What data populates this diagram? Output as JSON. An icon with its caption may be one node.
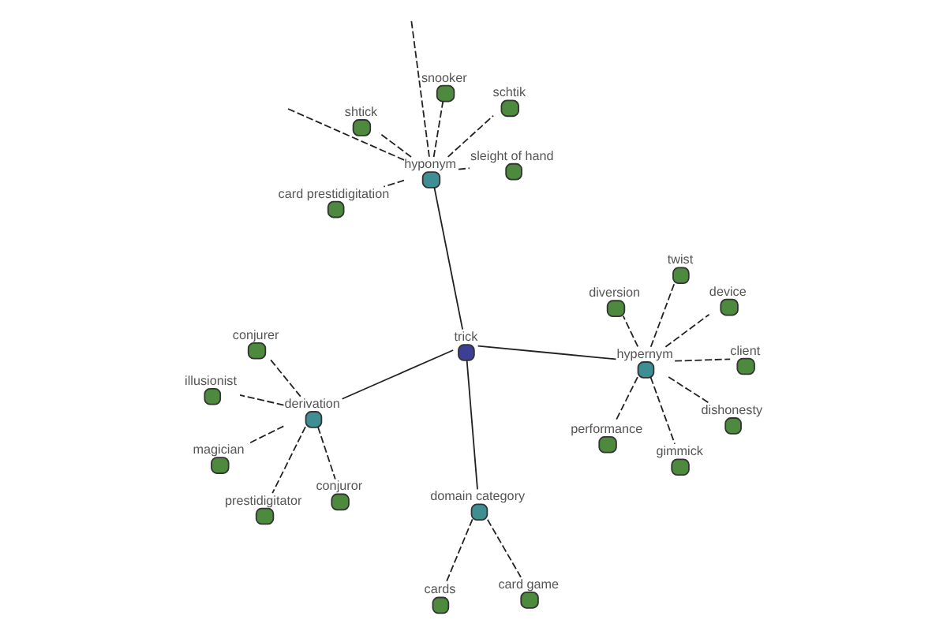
{
  "diagram": {
    "nodes": [
      {
        "text": [
          "trick"
        ]
      },
      {
        "text": [
          "derivation"
        ]
      },
      {
        "text": [
          "prestidigitator"
        ]
      },
      {
        "text": [
          "conjurer"
        ]
      },
      {
        "text": [
          "conjuror"
        ]
      },
      {
        "text": [
          "illusionist"
        ]
      },
      {
        "text": [
          "magician"
        ]
      },
      {
        "text": [
          "hypernym"
        ]
      },
      {
        "text": [
          "performance"
        ]
      },
      {
        "text": [
          "dishonesty"
        ]
      },
      {
        "text": [
          "gimmick"
        ]
      },
      {
        "text": [
          "diversion"
        ]
      },
      {
        "text": [
          "client"
        ]
      },
      {
        "text": [
          "device"
        ]
      },
      {
        "text": [
          "twist"
        ]
      },
      {
        "text": [
          "domain category"
        ]
      },
      {
        "text": [
          "card game"
        ]
      },
      {
        "text": [
          "cards"
        ]
      },
      {
        "text": [
          "hyponym"
        ]
      },
      {
        "text": [
          "shtick"
        ]
      },
      {
        "text": [
          "sleight of hand"
        ]
      },
      {
        "text": [
          "card prestidigitation"
        ]
      },
      {
        "text": [
          "snooker"
        ]
      },
      {
        "text": [
          "schtik"
        ]
      }
    ],
    "edges": [
      {
        "from": 0,
        "to": 1,
        "arrow": "none"
      },
      {
        "from": 1,
        "to": 2,
        "arrow": "none",
        "style": "dashed"
      },
      {
        "from": 1,
        "to": 3,
        "arrow": "none",
        "style": "dashed"
      },
      {
        "from": 1,
        "to": 4,
        "arrow": "none",
        "style": "dashed"
      },
      {
        "from": 1,
        "to": 5,
        "arrow": "none",
        "style": "dashed"
      },
      {
        "from": 1,
        "to": 6,
        "arrow": "none",
        "style": "dashed"
      },
      {
        "from": 0,
        "to": 7,
        "arrow": "none"
      },
      {
        "from": 7,
        "to": 8,
        "arrow": "none",
        "style": "dashed"
      },
      {
        "from": 7,
        "to": 9,
        "arrow": "none",
        "style": "dashed"
      },
      {
        "from": 7,
        "to": 10,
        "arrow": "none",
        "style": "dashed"
      },
      {
        "from": 7,
        "to": 11,
        "arrow": "none",
        "style": "dashed"
      },
      {
        "from": 7,
        "to": 12,
        "arrow": "none",
        "style": "dashed"
      },
      {
        "from": 7,
        "to": 13,
        "arrow": "none",
        "style": "dashed"
      },
      {
        "from": 7,
        "to": 14,
        "arrow": "none",
        "style": "dashed"
      },
      {
        "from": 0,
        "to": 15,
        "arrow": "none"
      },
      {
        "from": 15,
        "to": 16,
        "arrow": "none",
        "style": "dashed"
      },
      {
        "from": 15,
        "to": 17,
        "arrow": "none",
        "style": "dashed"
      },
      {
        "from": 0,
        "to": 18,
        "arrow": "none"
      },
      {
        "from": 18,
        "to": 19,
        "arrow": "none",
        "style": "dashed"
      },
      {
        "from": 18,
        "to": 20,
        "arrow": "none",
        "style": "dashed"
      },
      {
        "from": 18,
        "to": 21,
        "arrow": "none",
        "style": "dashed"
      },
      {
        "from": 18,
        "to": 22,
        "arrow": "none",
        "style": "dashed"
      },
      {
        "from": 18,
        "to": 23,
        "arrow": "none",
        "style": "dashed"
      },
      {
        "from": 18,
        "to": null,
        "arrow": "none",
        "style": "dashed"
      },
      {
        "from": 18,
        "to": null,
        "arrow": "none",
        "style": "dashed"
      }
    ]
  }
}
